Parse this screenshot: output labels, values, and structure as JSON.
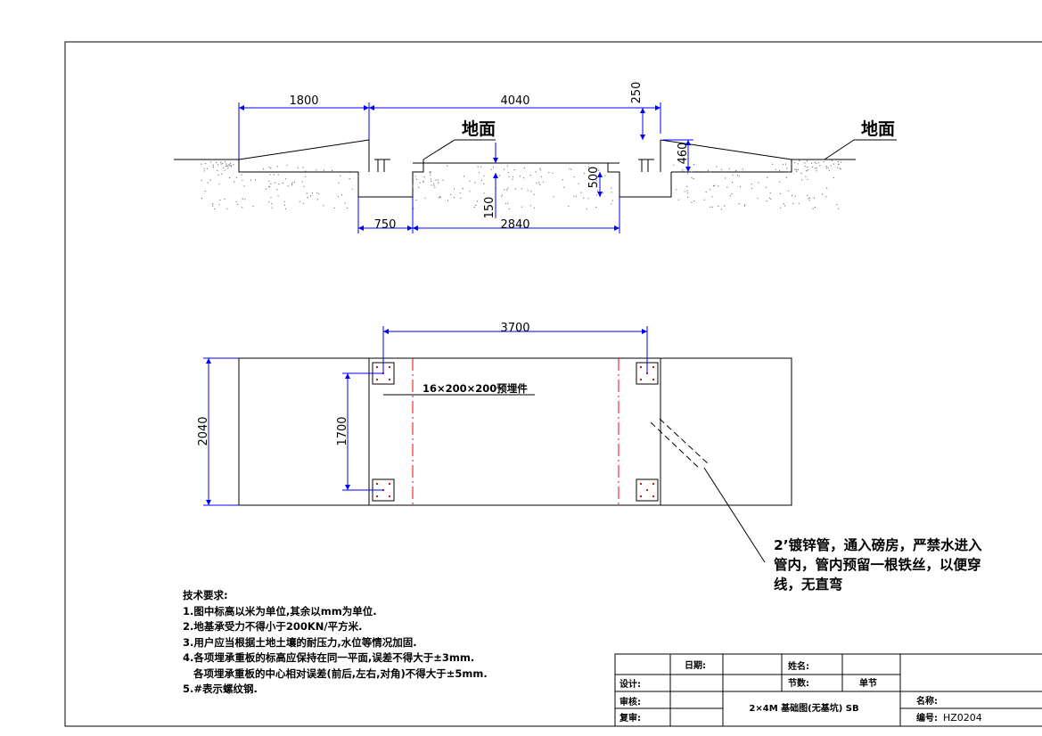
{
  "section_view": {
    "ground_label_left": "地面",
    "ground_label_right": "地面",
    "dims": {
      "ramp_left": "1800",
      "span": "4040",
      "top_250": "250",
      "h_460": "460",
      "pit_500": "500",
      "slab_150": "150",
      "pit_750": "750",
      "inner_2840": "2840"
    }
  },
  "plan_view": {
    "dims": {
      "plate_spacing": "3700",
      "width_2040": "2040",
      "plate_1700": "1700"
    },
    "plate_label": "16×200×200预埋件",
    "pipe_note": "2’镀锌管，通入磅房，严禁水进入管内，管内预留一根铁丝，以便穿线，无直弯"
  },
  "tech_requirements": {
    "title": "技术要求:",
    "items": [
      "1.图中标高以米为单位,其余以mm为单位.",
      "2.地基承受力不得小于200KN/平方米.",
      "3.用户应当根据土地土壤的耐压力,水位等情况加固.",
      "4.各项埋承重板的标高应保持在同一平面,误差不得大于±3mm.",
      "   各项埋承重板的中心相对误差(前后,左右,对角)不得大于±5mm.",
      "5.#表示螺纹钢."
    ]
  },
  "title_block": {
    "date_label": "日期:",
    "name_label": "姓名:",
    "section_label": "节数:",
    "section_value": "单节",
    "design_label": "设计:",
    "review_label": "审核:",
    "recheck_label": "复审:",
    "drawing_title": "2×4M 基础图(无基坑) SB",
    "name2_label": "名称:",
    "number_label": "编号:",
    "number_value": "HZ0204"
  },
  "colors": {
    "dimension": "#0000ff",
    "centerline": "#ff0000",
    "line": "#000000"
  }
}
